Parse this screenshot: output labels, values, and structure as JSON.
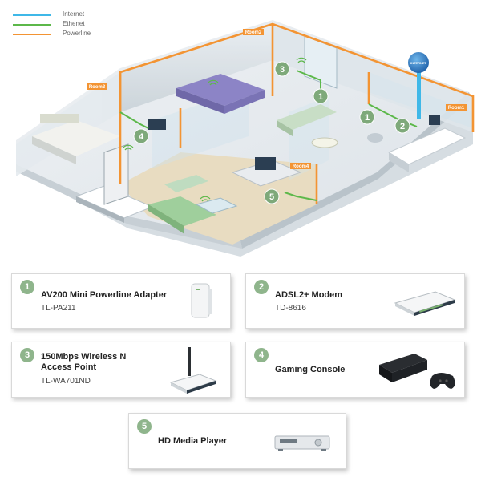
{
  "legend": {
    "items": [
      {
        "label": "Internet",
        "color": "#3fb8e8"
      },
      {
        "label": "Ethenet",
        "color": "#5cb84a"
      },
      {
        "label": "Powerline",
        "color": "#f39433"
      }
    ]
  },
  "diagram": {
    "room_tags": [
      "Room2",
      "Room3",
      "Room1",
      "Room4"
    ],
    "internet_globe_label": "INTERNET",
    "marker_numbers": [
      "1",
      "1",
      "1",
      "2",
      "3",
      "4",
      "5"
    ],
    "colors": {
      "internet": "#3fb8e8",
      "ethernet": "#5cb84a",
      "powerline": "#f39433",
      "marker": "#7ea97a",
      "room_tag": "#f39433"
    }
  },
  "cards": [
    {
      "number": "1",
      "title": "AV200 Mini Powerline Adapter",
      "model": "TL-PA211",
      "icon": "powerline-adapter-icon"
    },
    {
      "number": "2",
      "title": "ADSL2+ Modem",
      "model": "TD-8616",
      "icon": "adsl-modem-icon"
    },
    {
      "number": "3",
      "title_line1": "150Mbps Wireless N",
      "title_line2": "Access Point",
      "model": "TL-WA701ND",
      "icon": "wireless-access-point-icon"
    },
    {
      "number": "4",
      "title": "Gaming Console",
      "icon": "gaming-console-icon"
    },
    {
      "number": "5",
      "title": "HD Media Player",
      "icon": "media-player-icon"
    }
  ]
}
